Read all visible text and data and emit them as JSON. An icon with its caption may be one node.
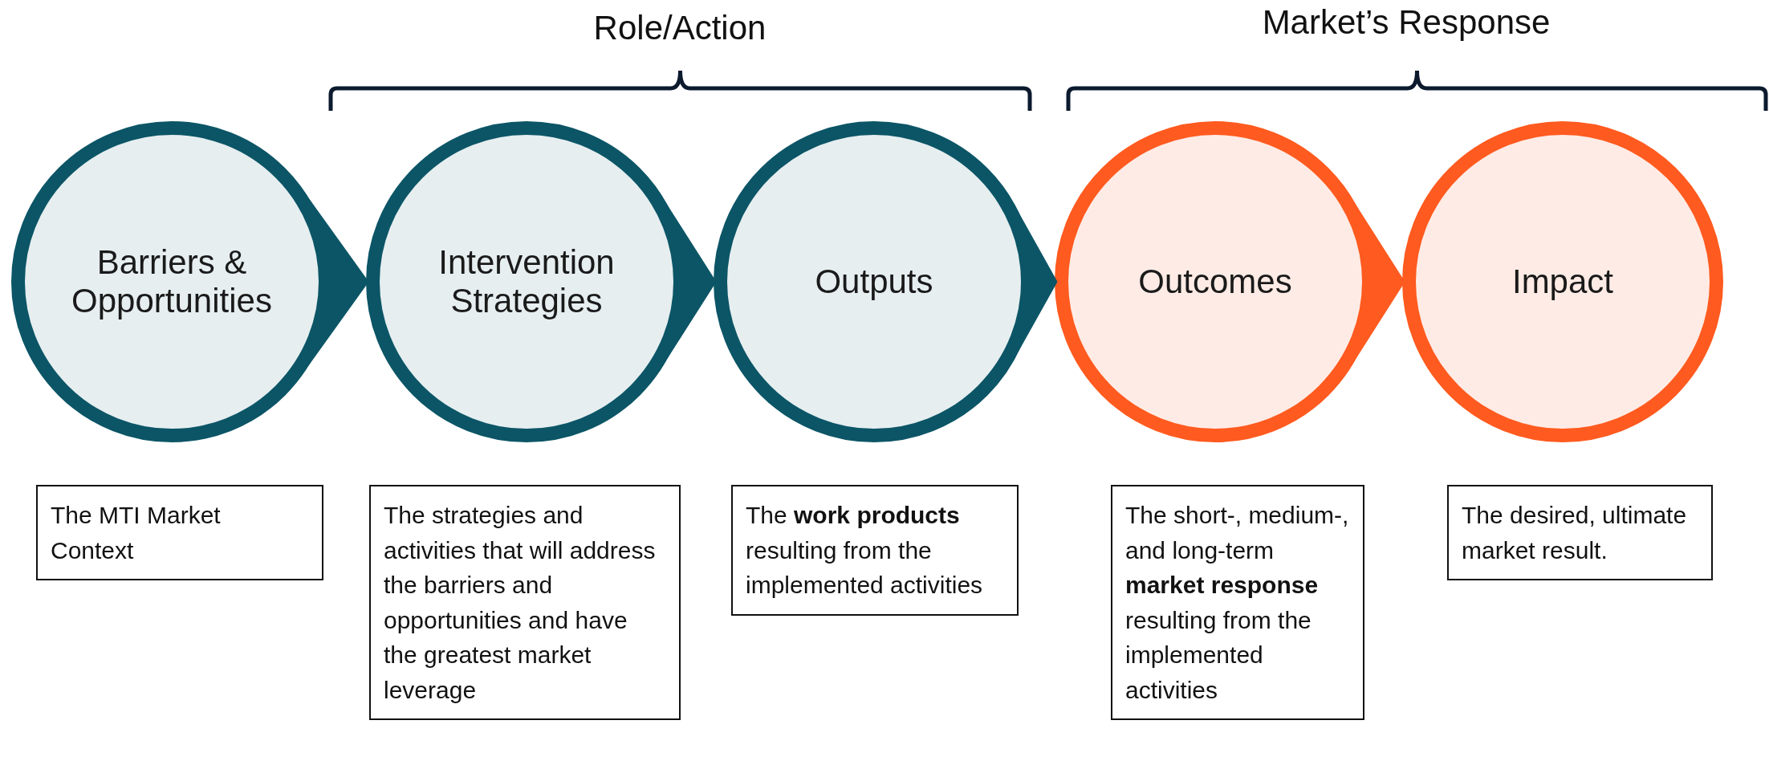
{
  "diagram": {
    "nodes": [
      {
        "text": [
          "Barriers & Opportunities"
        ]
      },
      {
        "text": [
          "Intervention Strategies"
        ]
      },
      {
        "text": [
          "Outputs"
        ]
      },
      {
        "text": [
          "Outcomes"
        ]
      },
      {
        "text": [
          "Impact"
        ]
      },
      {
        "text": [
          "The MTI Market Context"
        ]
      },
      {
        "text": [
          "The strategies and activities that will address the barriers and opportunities and have the greatest market leverage"
        ]
      },
      {
        "text": [
          "The **work products** resulting from the implemented activities"
        ]
      },
      {
        "text": [
          "The short-, medium-, and long-term **market response** resulting from the implemented activities"
        ]
      },
      {
        "text": [
          "The desired, ultimate market result."
        ]
      }
    ],
    "edges": [
      {
        "from": 0,
        "to": 1,
        "arrow": "to"
      },
      {
        "from": 1,
        "to": 2,
        "arrow": "to"
      },
      {
        "from": 2,
        "to": 3,
        "arrow": "to"
      },
      {
        "from": 3,
        "to": 4,
        "arrow": "to",
        "color": "#ff5a1f"
      }
    ],
    "labels": [
      "Role/Action",
      "Market’s Response"
    ]
  }
}
